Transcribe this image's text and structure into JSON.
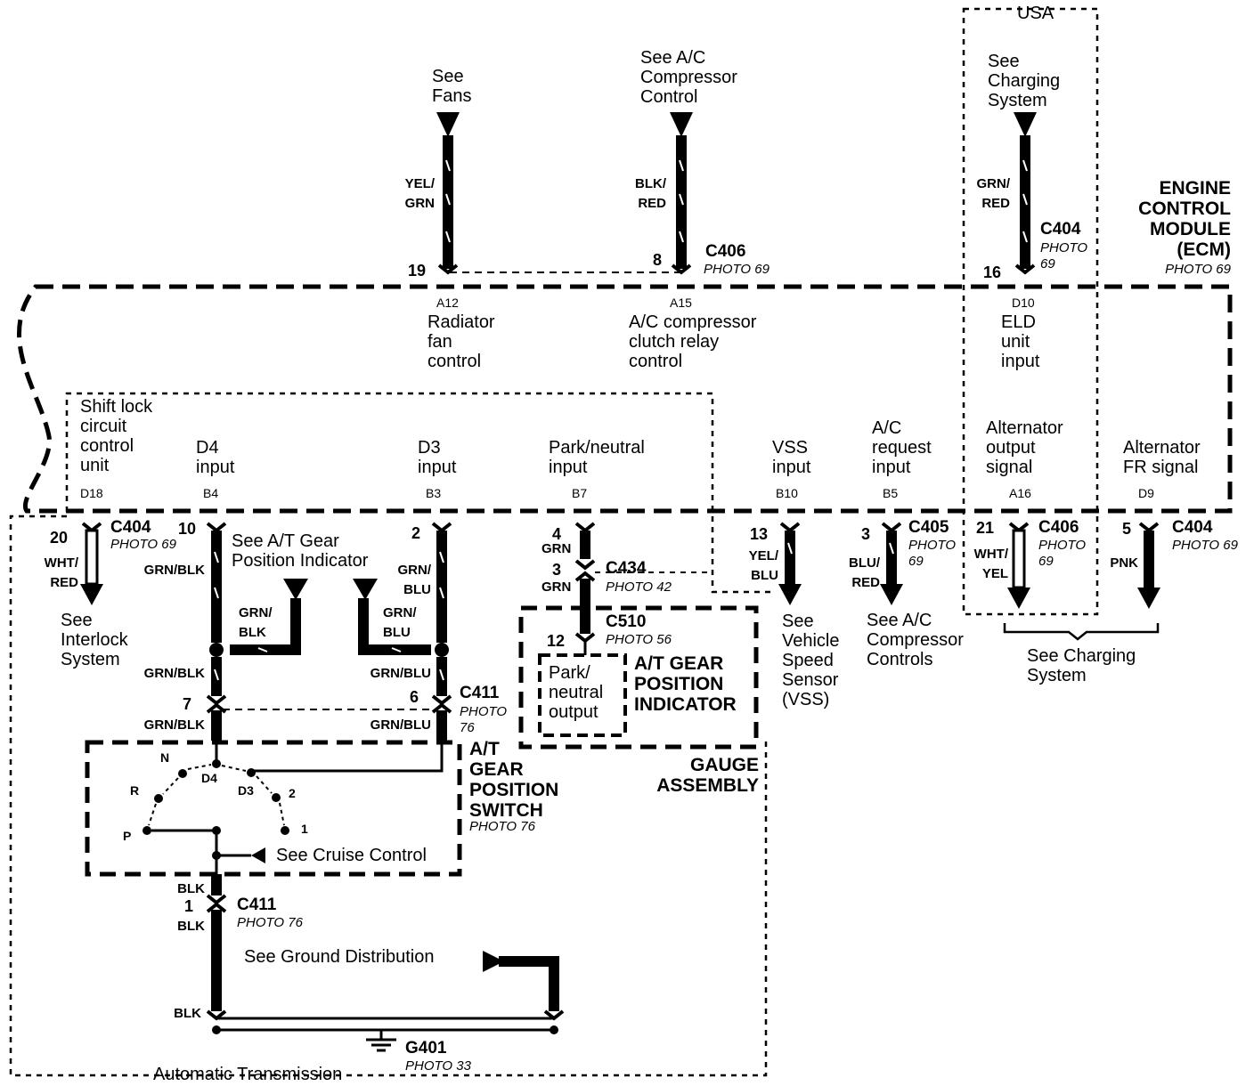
{
  "region": {
    "usa": "USA"
  },
  "ecm": {
    "title": "ENGINE\nCONTROL\nMODULE\n(ECM)",
    "photo": "PHOTO 69",
    "top_pins": [
      {
        "see": "See\nFans",
        "wire": "YEL/\nGRN",
        "pin": "19",
        "term": "A12",
        "desc": "Radiator\nfan\ncontrol"
      },
      {
        "see": "See A/C\nCompressor\nControl",
        "wire": "BLK/\nRED",
        "pin": "8",
        "term": "A15",
        "desc": "A/C compressor\nclutch relay\ncontrol",
        "connector": "C406",
        "photo": "PHOTO 69"
      },
      {
        "see": "See\nCharging\nSystem",
        "wire": "GRN/\nRED",
        "pin": "16",
        "term": "D10",
        "desc": "ELD\nunit\ninput",
        "connector": "C404",
        "photo": "PHOTO\n69"
      }
    ],
    "bottom_pins": [
      {
        "desc": "Shift lock\ncircuit\ncontrol\nunit",
        "term": "D18",
        "pin": "20",
        "wire": "WHT/\nRED",
        "connector": "C404",
        "photo": "PHOTO 69",
        "see": "See\nInterlock\nSystem"
      },
      {
        "desc": "D4\ninput",
        "term": "B4",
        "pin": "10",
        "wire": "GRN/BLK"
      },
      {
        "desc": "D3\ninput",
        "term": "B3",
        "pin": "2",
        "wire": "GRN/\nBLU"
      },
      {
        "desc": "Park/neutral\ninput",
        "term": "B7",
        "pin": "4",
        "wire": "GRN"
      },
      {
        "desc": "VSS\ninput",
        "term": "B10",
        "pin": "13",
        "wire": "YEL/\nBLU",
        "see": "See\nVehicle\nSpeed\nSensor\n(VSS)"
      },
      {
        "desc": "A/C\nrequest\ninput",
        "term": "B5",
        "pin": "3",
        "wire": "BLU/\nRED",
        "connector": "C405",
        "photo": "PHOTO\n69",
        "see": "See A/C\nCompressor\nControls"
      },
      {
        "desc": "Alternator\noutput\nsignal",
        "term": "A16",
        "pin": "21",
        "wire": "WHT/\nYEL",
        "connector": "C406",
        "photo": "PHOTO\n69"
      },
      {
        "desc": "Alternator\nFR signal",
        "term": "D9",
        "pin": "5",
        "wire": "PNK",
        "connector": "C404",
        "photo": "PHOTO 69"
      }
    ],
    "charging_see": "See Charging\nSystem"
  },
  "gear_indicator_see": "See A/T Gear\nPosition Indicator",
  "branch_wires": {
    "left": "GRN/\nBLK",
    "right": "GRN/\nBLU"
  },
  "c434": {
    "name": "C434",
    "photo": "PHOTO 42",
    "pin_upper": "4",
    "pin_lower": "3",
    "wire": "GRN"
  },
  "c510": {
    "name": "C510",
    "photo": "PHOTO 56",
    "pin": "12"
  },
  "gauge": {
    "park_output": "Park/\nneutral\noutput",
    "indicator_title": "A/T GEAR\nPOSITION\nINDICATOR",
    "assembly": "GAUGE\nASSEMBLY"
  },
  "c411_upper": {
    "name": "C411",
    "photo": "PHOTO\n76",
    "pin_left": "7",
    "pin_right": "6",
    "wire_left_top": "GRN/BLK",
    "wire_right_top": "GRN/BLU",
    "wire_left_bottom": "GRN/BLK",
    "wire_right_bottom": "GRN/BLU"
  },
  "switch": {
    "title": "A/T\nGEAR\nPOSITION\nSWITCH",
    "photo": "PHOTO 76",
    "positions": [
      "N",
      "D4",
      "D3",
      "R",
      "2",
      "P",
      "1"
    ],
    "cruise_see": "See Cruise Control"
  },
  "c411_lower": {
    "name": "C411",
    "photo": "PHOTO 76",
    "pin": "1",
    "wire_top": "BLK",
    "wire_bottom": "BLK"
  },
  "ground": {
    "see": "See Ground Distribution",
    "wire": "BLK",
    "name": "G401",
    "photo": "PHOTO 33"
  },
  "footer": {
    "label": "Automatic Transmission"
  }
}
